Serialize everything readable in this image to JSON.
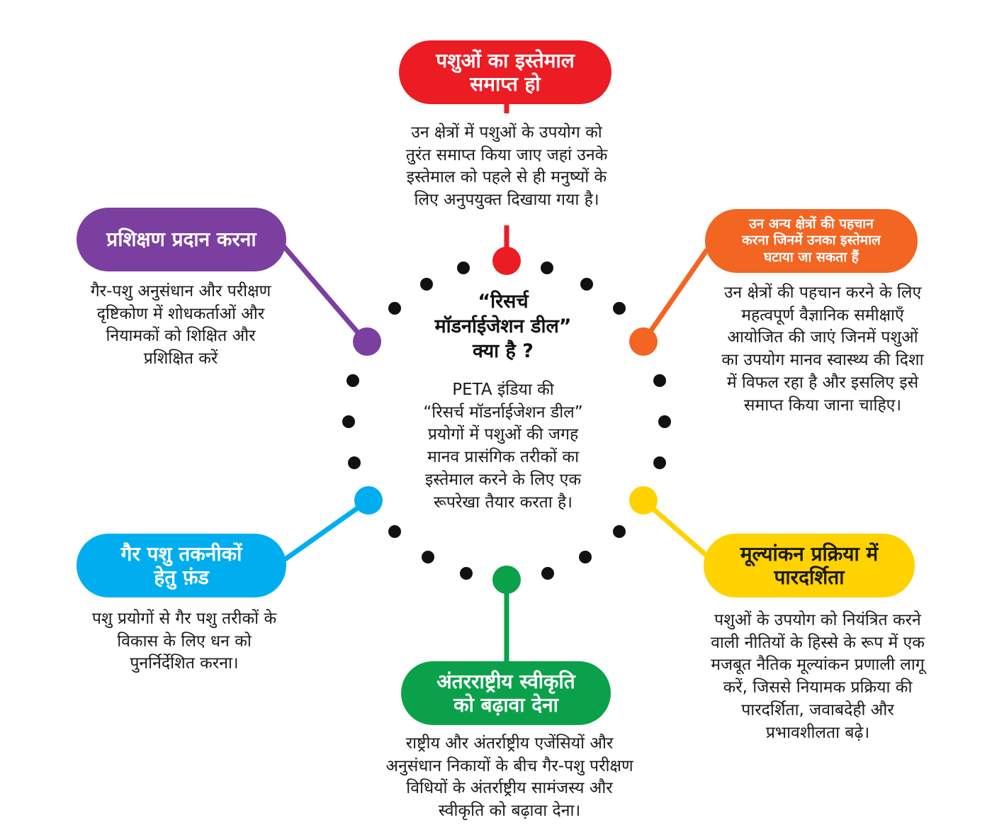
{
  "colors": {
    "red": "#ec1c24",
    "orange": "#f26522",
    "yellow": "#ffd200",
    "green": "#0ba14b",
    "blue": "#00aeef",
    "purple": "#7b3fa0",
    "dots": "#111111"
  },
  "center": {
    "title": "“रिसर्च\nमॉडर्नाईजेशन डील”\nक्या है ?",
    "body": "PETA इंडिया की\n“रिसर्च मॉडर्नाईजेशन डील”\nप्रयोगों में पशुओं की जगह\nमानव प्रासंगिक तरीकों का\nइस्तेमाल करने के लिए एक\nरूपरेखा तैयार करता है।"
  },
  "items": [
    {
      "id": "top",
      "color": "red",
      "label": "पशुओं का इस्तेमाल\nसमाप्त हो",
      "description": "उन क्षेत्रों में पशुओं के उपयोग को\nतुरंत समाप्त किया जाए जहां उनके\nइस्तेमाल को पहले से ही मनुष्यों के\nलिए अनुपयुक्त दिखाया गया है।"
    },
    {
      "id": "top-right",
      "color": "orange",
      "label": "उन अन्य क्षेत्रों की पहचान\nकरना जिनमें उनका इस्तेमाल\nघटाया जा सकता हैं",
      "description": "उन क्षेत्रों की पहचान करने के लिए\nमहत्वपूर्ण वैज्ञानिक समीक्षाएँ\nआयोजित की जाएं जिनमें पशुओं\nका उपयोग मानव स्वास्थ्य की दिशा\nमें विफल रहा है और इसलिए इसे\nसमाप्त किया जाना चाहिए।"
    },
    {
      "id": "bottom-right",
      "color": "yellow",
      "label": "मूल्यांकन प्रक्रिया में\nपारदर्शिता",
      "description": "पशुओं के उपयोग को नियंत्रित करने\nवाली नीतियों के हिस्से के रूप में एक\nमजबूत नैतिक मूल्यांकन प्रणाली लागू\nकरें, जिससे नियामक प्रक्रिया की\nपारदर्शिता, जवाबदेही और\nप्रभावशीलता बढ़े।"
    },
    {
      "id": "bottom",
      "color": "green",
      "label": "अंतरराष्ट्रीय स्वीकृति\nको बढ़ावा देना",
      "description": "राष्ट्रीय और अंतर्राष्ट्रीय एजेंसियों और\nअनुसंधान निकायों के बीच गैर-पशु परीक्षण\nविधियों के अंतर्राष्ट्रीय सामंजस्य और\nस्वीकृति को बढ़ावा देना।"
    },
    {
      "id": "bottom-left",
      "color": "blue",
      "label": "गैर पशु तकनीकों\nहेतु फ़ंड",
      "description": "पशु प्रयोगों से गैर पशु तरीकों के\nविकास के लिए धन को\nपुनर्निर्देशित करना।"
    },
    {
      "id": "top-left",
      "color": "purple",
      "label": "प्रशिक्षण प्रदान करना",
      "description": "गैर-पशु अनुसंधान और परीक्षण\nदृष्टिकोण में शोधकर्ताओं और\nनियामकों को शिक्षित और\nप्रशिक्षित करें"
    }
  ]
}
